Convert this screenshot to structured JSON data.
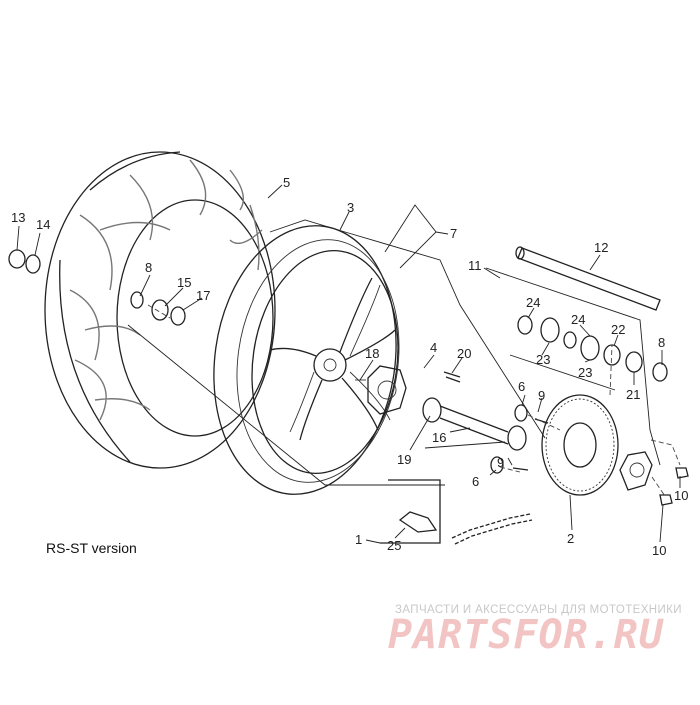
{
  "diagram": {
    "version_label": "RS-ST version",
    "callouts": {
      "c1": "1",
      "c2": "2",
      "c3": "3",
      "c4": "4",
      "c5": "5",
      "c6a": "6",
      "c6b": "6",
      "c7": "7",
      "c8a": "8",
      "c8b": "8",
      "c9a": "9",
      "c9b": "9",
      "c10a": "10",
      "c10b": "10",
      "c11": "11",
      "c12": "12",
      "c13": "13",
      "c14": "14",
      "c15": "15",
      "c16": "16",
      "c17": "17",
      "c18": "18",
      "c19": "19",
      "c20": "20",
      "c21": "21",
      "c22": "22",
      "c23a": "23",
      "c23b": "23",
      "c24a": "24",
      "c24b": "24",
      "c25": "25"
    }
  },
  "watermark": {
    "tagline": "ЗАПЧАСТИ И АКСЕССУАРЫ ДЛЯ МОТОТЕХНИКИ",
    "logo_text": "PARTSFOR.RU",
    "logo_color": "#f2c4c4"
  }
}
